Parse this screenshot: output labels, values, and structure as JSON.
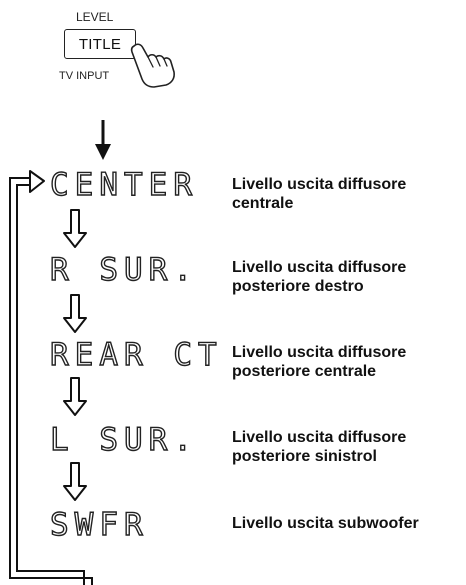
{
  "remote": {
    "level_label": "LEVEL",
    "title_button": "TITLE",
    "tv_input_label": "TV INPUT"
  },
  "sequence": [
    {
      "display": "CENTER",
      "description": "Livello uscita diffusore centrale"
    },
    {
      "display": "R SUR.",
      "description": "Livello uscita diffusore posteriore destro"
    },
    {
      "display": "REAR CT",
      "description": "Livello uscita diffusore posteriore centrale"
    },
    {
      "display": "L SUR.",
      "description": "Livello uscita diffusore posteriore sinistrol"
    },
    {
      "display": "SWFR",
      "description": "Livello uscita subwoofer"
    }
  ],
  "icons": [
    "hand-press-icon",
    "down-arrow-icon",
    "outline-down-arrow-icon",
    "loop-return-arrow-icon"
  ]
}
